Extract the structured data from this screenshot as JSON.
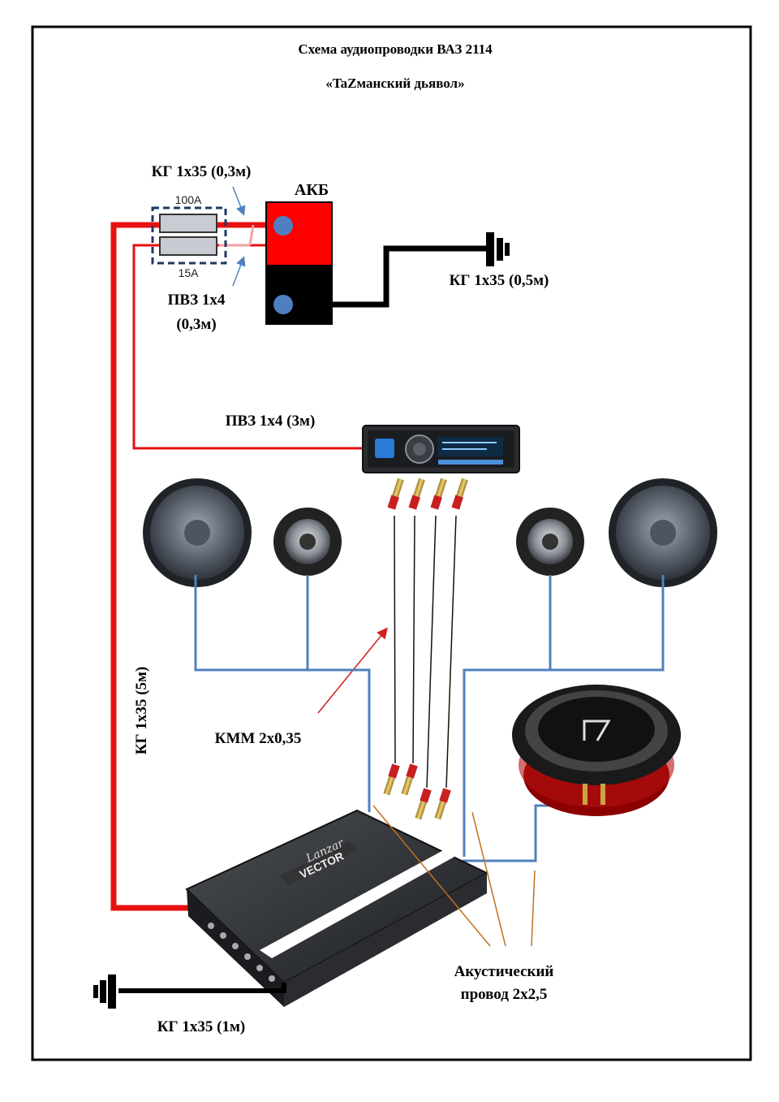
{
  "title": "Схема аудиопроводки ВАЗ 2114",
  "subtitle": "«TaZманский дьявол»",
  "labels": {
    "battery": "АКБ",
    "cable_battery_plus": "КГ 1х35 (0,3м)",
    "fuse_100": "100А",
    "fuse_15": "15А",
    "cable_pvz_short_line1": "ПВЗ 1х4",
    "cable_pvz_short_line2": "(0,3м)",
    "cable_battery_ground": "КГ 1х35 (0,5м)",
    "cable_headunit_power": "ПВЗ 1х4 (3м)",
    "cable_main_power": "КГ 1х35 (5м)",
    "cable_rca": "КММ 2х0,35",
    "cable_speaker_line1": "Акустический",
    "cable_speaker_line2": "провод 2х2,5",
    "cable_amp_ground": "КГ 1х35 (1м)",
    "amp_brand": "Lanzar",
    "amp_model": "VECTOR"
  },
  "colors": {
    "power_wire": "#e81010",
    "ground_wire": "#000000",
    "speaker_wire": "#4f81bd",
    "battery_red": "#ff0000",
    "battery_terminal": "#4f7fc0",
    "fuse_box": "#1f3864",
    "pointer_orange": "#c07020",
    "pointer_red": "#d02020"
  }
}
